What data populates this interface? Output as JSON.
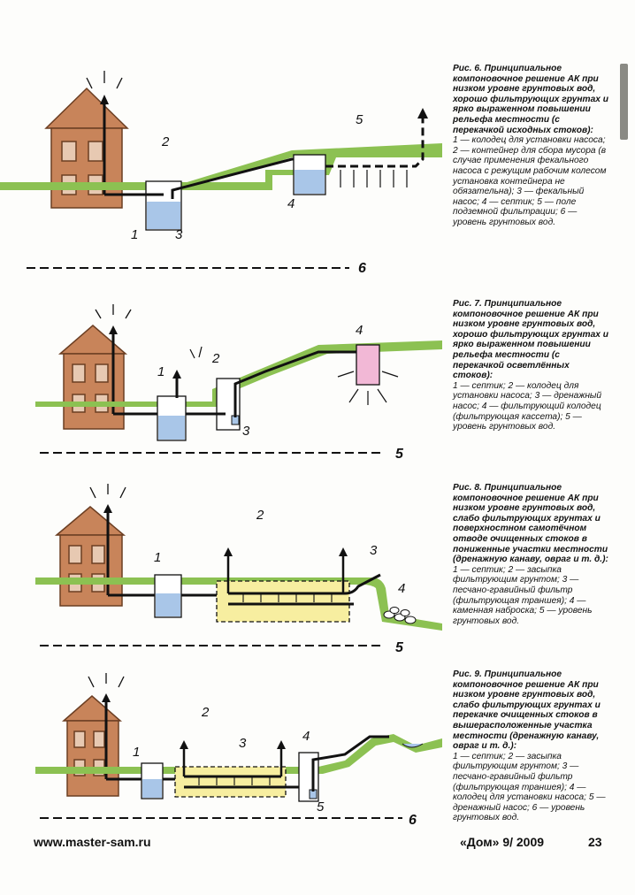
{
  "figures": [
    {
      "caption": "Рис. 6. Принципиальное компоновочное решение АК при низком уровне грунтовых вод, хорошо фильтрующих грунтах и ярко выраженном повышении рельефа местности (с перекачкой исходных стоков):",
      "legend": "1 — колодец для установки насоса; 2 — контейнер для сбора мусора (в случае применения фекального насоса с режущим рабочим колесом установка контейнера не обязательна); 3 — фекальный насос; 4 — септик; 5 — поле подземной фильтрации; 6 — уровень грунтовых вод.",
      "labels": [
        "1",
        "2",
        "3",
        "4",
        "5",
        "6"
      ]
    },
    {
      "caption": "Рис. 7. Принципиальное компоновочное решение АК при низком уровне грунтовых вод, хорошо фильтрующих грунтах и ярко выраженном повышении рельефа местности (с перекачкой осветлённых стоков):",
      "legend": "1 — септик; 2 — колодец для установки насоса; 3 — дренажный насос; 4 — фильтрующий колодец (фильтрующая кассета); 5 — уровень грунтовых вод.",
      "labels": [
        "1",
        "2",
        "3",
        "4",
        "5"
      ]
    },
    {
      "caption": "Рис. 8. Принципиальное компоновочное решение АК при низком уровне грунтовых вод, слабо фильтрующих грунтах и поверхностном самотёчном отводе очищенных стоков в пониженные участки местности (дренажную канаву, овраг и т. д.):",
      "legend": "1 — септик; 2 — засыпка фильтрующим грунтом; 3 — песчано-гравийный фильтр (фильтрующая траншея); 4 — каменная наброска; 5 — уровень грунтовых вод.",
      "labels": [
        "1",
        "2",
        "3",
        "4",
        "5"
      ]
    },
    {
      "caption": "Рис. 9. Принципиальное компоновочное решение АК при низком уровне грунтовых вод, слабо фильтрующих грунтах и перекачке очищенных стоков в вышерасположенные участка местности (дренажную канаву, овраг и т. д.):",
      "legend": "1 — септик; 2 — засыпка фильтрующим грунтом; 3 — песчано-гравийный фильтр (фильтрующая траншея); 4 — колодец для установки насоса; 5 — дренажный насос; 6 — уровень грунтовых вод.",
      "labels": [
        "1",
        "2",
        "3",
        "4",
        "5",
        "6"
      ]
    }
  ],
  "footer": {
    "website": "www.master-sam.ru",
    "magazine": "«Дом» 9/ 2009",
    "page": "23"
  },
  "colors": {
    "grass": "#8cc152",
    "house": "#c8845a",
    "water": "#a9c6e8",
    "pink": "#f2b8d6",
    "sand": "#f7eea0"
  }
}
